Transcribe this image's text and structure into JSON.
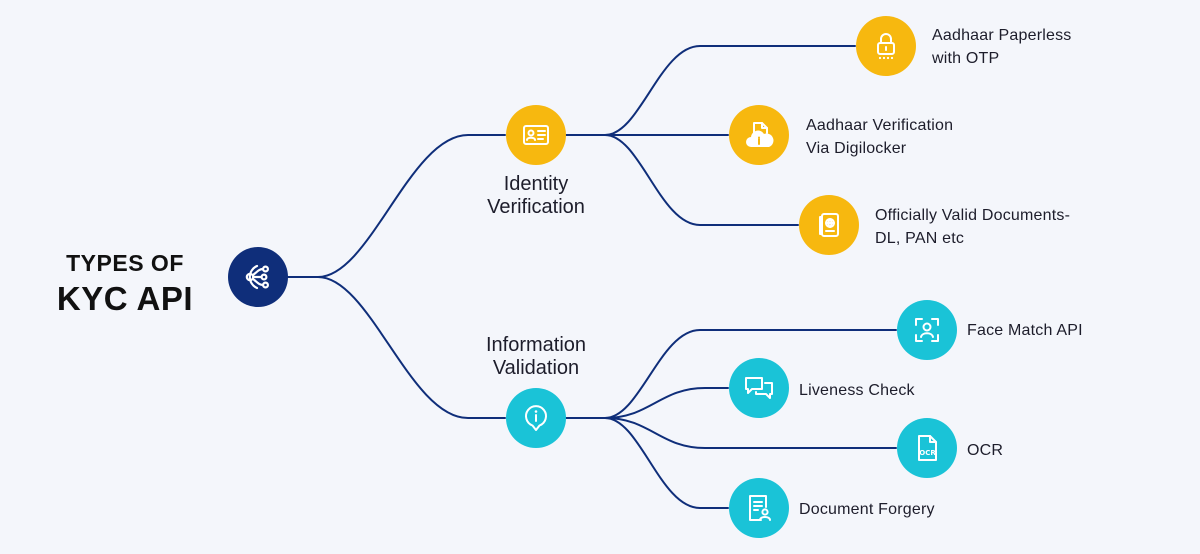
{
  "title": {
    "line1": "TYPES OF",
    "line2": "KYC API"
  },
  "branches": [
    {
      "label_line1": "Identity",
      "label_line2": "Verification",
      "icon": "id-card-icon",
      "color": "#f7b80f",
      "items": [
        {
          "line1": "Aadhaar Paperless",
          "line2": "with OTP",
          "icon": "lock-icon"
        },
        {
          "line1": "Aadhaar Verification",
          "line2": "Via Digilocker",
          "icon": "cloud-document-icon"
        },
        {
          "line1": "Officially Valid Documents-",
          "line2": "DL, PAN etc",
          "icon": "passport-icon"
        }
      ]
    },
    {
      "label_line1": "Information",
      "label_line2": "Validation",
      "icon": "info-pin-icon",
      "color": "#1ac3d7",
      "items": [
        {
          "line1": "Face Match API",
          "icon": "face-scan-icon"
        },
        {
          "line1": "Liveness Check",
          "icon": "chat-bubbles-icon"
        },
        {
          "line1": "OCR",
          "icon": "ocr-document-icon"
        },
        {
          "line1": "Document Forgery",
          "icon": "document-user-icon"
        }
      ]
    }
  ],
  "colors": {
    "line": "#0f2e7a",
    "main": "#0f2e7a",
    "background": "#f4f6fb"
  }
}
